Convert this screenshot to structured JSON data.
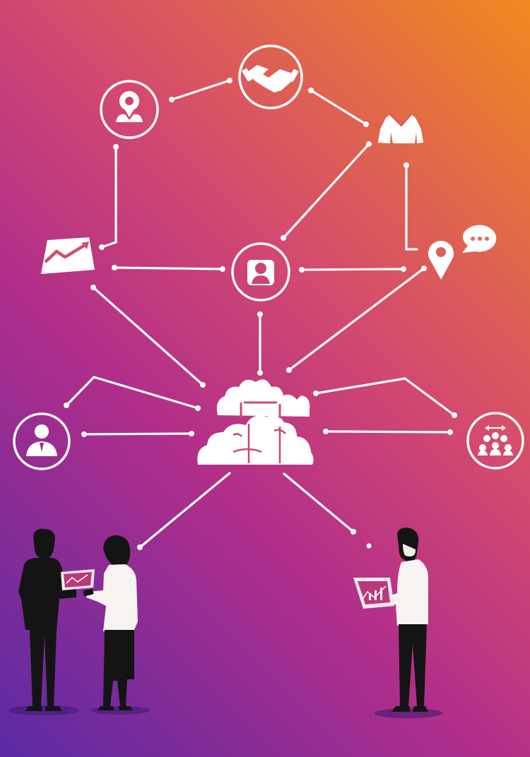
{
  "diagram": {
    "nodes": [
      {
        "id": "location-user",
        "icon": "location-person-icon"
      },
      {
        "id": "partnership",
        "icon": "handshake-icon"
      },
      {
        "id": "employee",
        "icon": "shirt-icon"
      },
      {
        "id": "growth",
        "icon": "growth-chart-icon"
      },
      {
        "id": "central-user",
        "icon": "user-icon"
      },
      {
        "id": "place-chat",
        "icon": "map-pin-chat-icon"
      },
      {
        "id": "business-user",
        "icon": "businessman-icon"
      },
      {
        "id": "team",
        "icon": "team-icon"
      },
      {
        "id": "cloud",
        "icon": "cloud-icon"
      }
    ],
    "people": [
      {
        "id": "businessman",
        "holds": "tablet"
      },
      {
        "id": "businesswoman",
        "holds": "phone"
      },
      {
        "id": "bearded-man",
        "holds": "tablet"
      }
    ],
    "colors": {
      "gradient_top": "#f08a1f",
      "gradient_mid": "#b12e8a",
      "gradient_bottom": "#5a2aa3",
      "line": "#ffffff"
    }
  }
}
